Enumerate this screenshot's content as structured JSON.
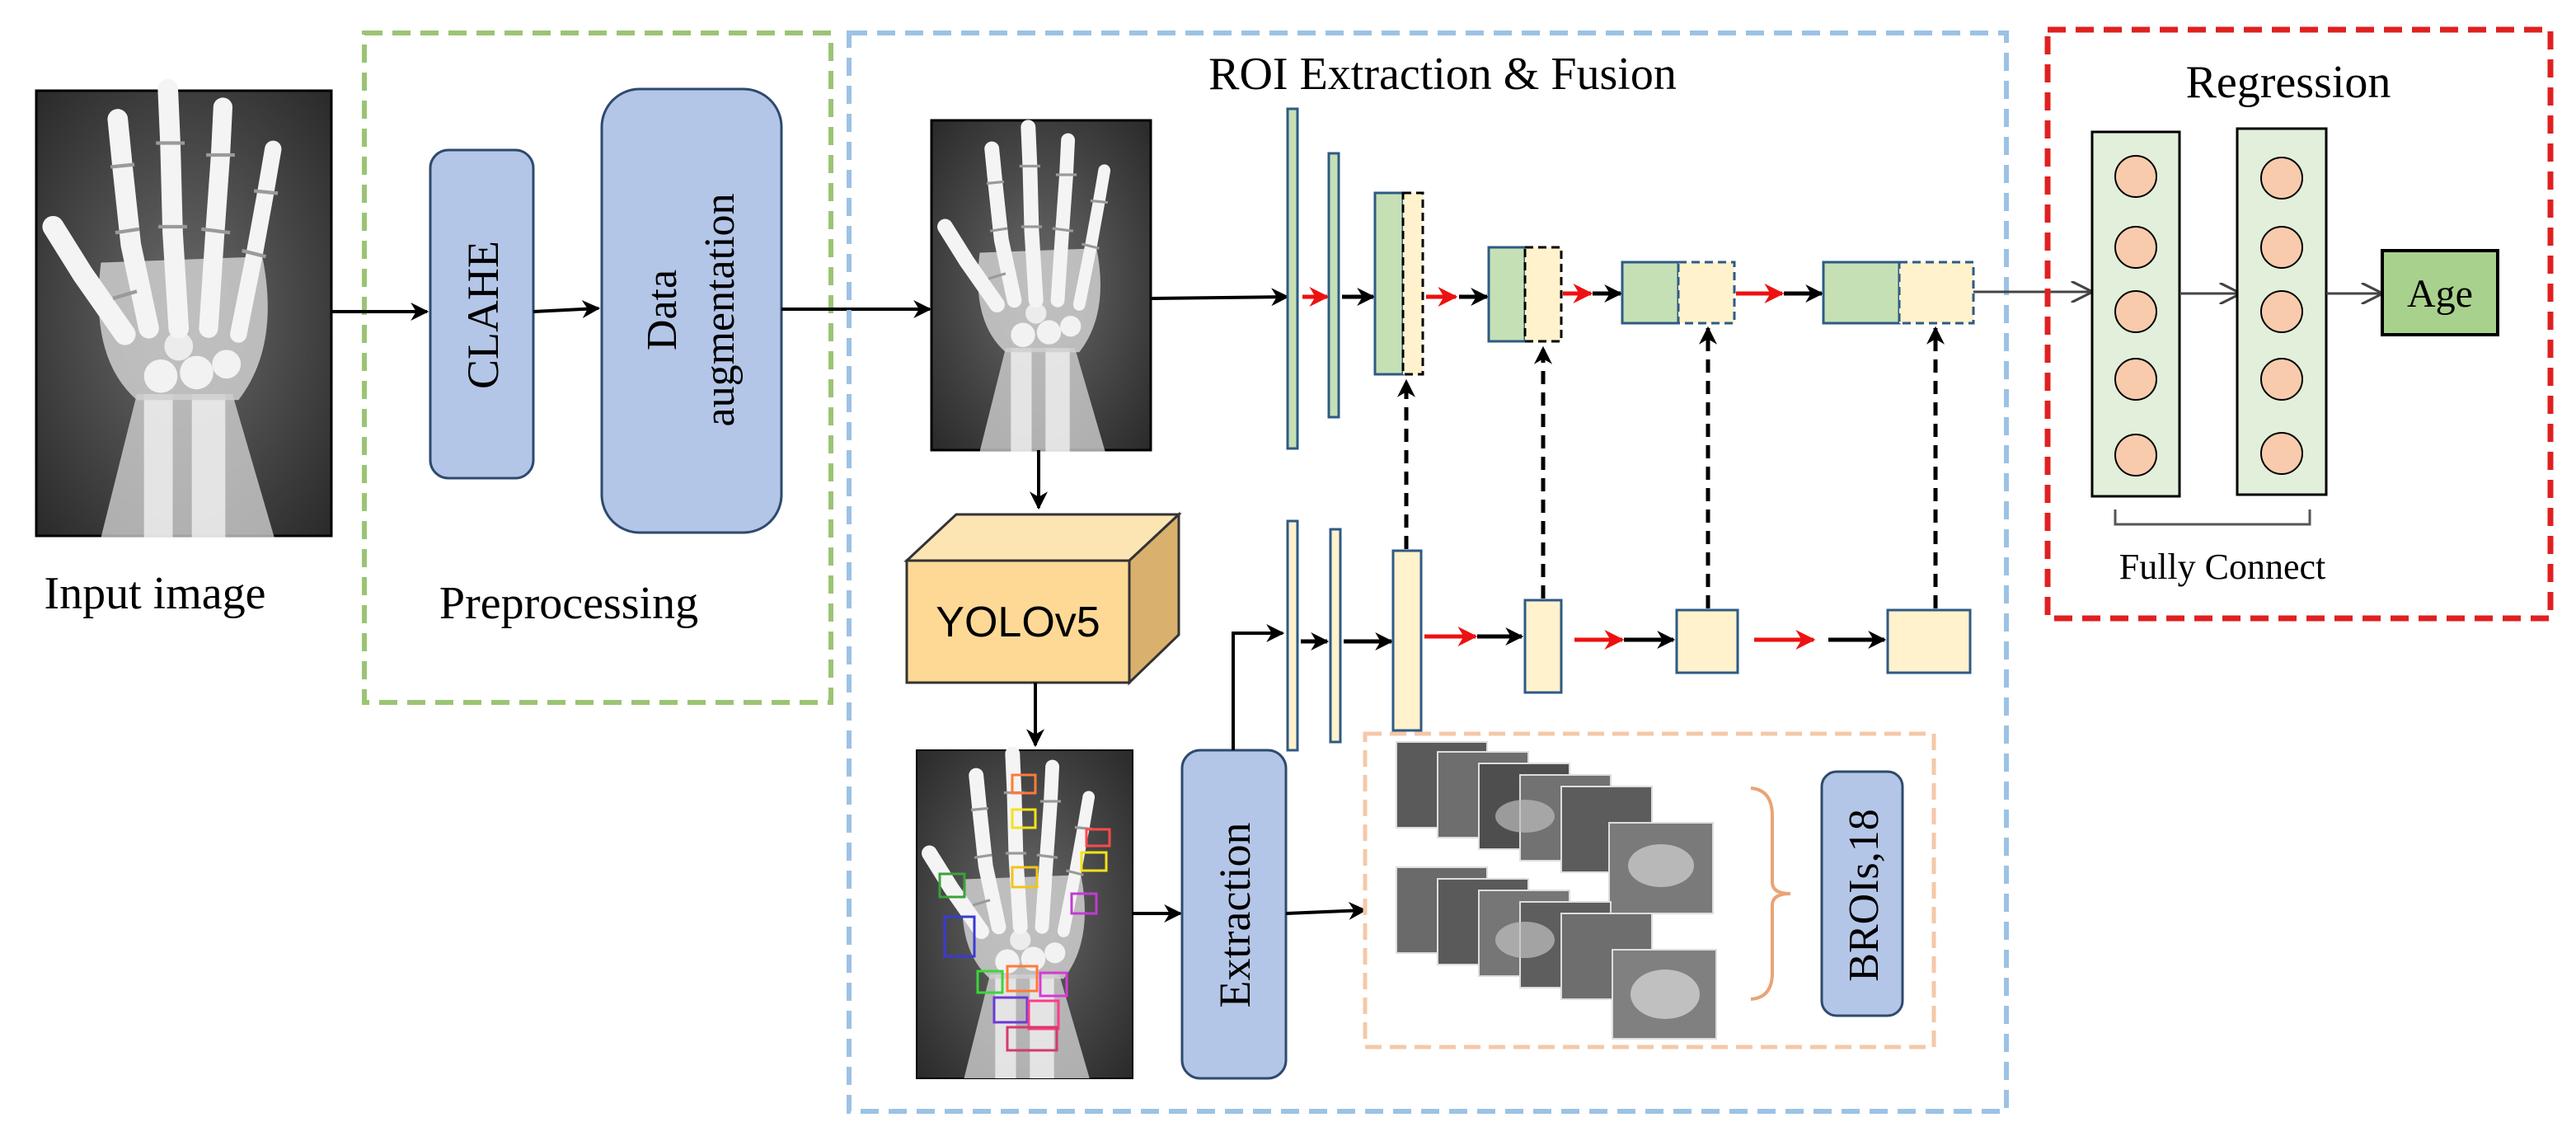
{
  "labels": {
    "input_image": "Input image",
    "preprocessing": "Preprocessing",
    "clahe": "CLAHE",
    "data_aug_line1": "Data",
    "data_aug_line2": "augmentation",
    "roi_title": "ROI Extraction & Fusion",
    "yolo": "YOLOv5",
    "extraction": "Extraction",
    "brois": "BROIs,18",
    "regression": "Regression",
    "fully_connect": "Fully Connect",
    "age": "Age"
  },
  "colors": {
    "preprocess_border": "#9bc474",
    "roi_border": "#9cc2e5",
    "regression_border": "#e02020",
    "brois_border": "#f4c8a8",
    "blue_box_fill": "#b4c6e7",
    "blue_box_stroke": "#2e4a6e",
    "yolo_front": "#fdd995",
    "yolo_top": "#fde4b3",
    "yolo_side": "#d9b06c",
    "green_fill": "#c5e0b4",
    "cream_fill": "#fff2cc",
    "fc_fill": "#e2efda",
    "node_fill": "#f8cbad",
    "age_fill": "#a9d18e",
    "red_arrow": "#ee1111"
  }
}
